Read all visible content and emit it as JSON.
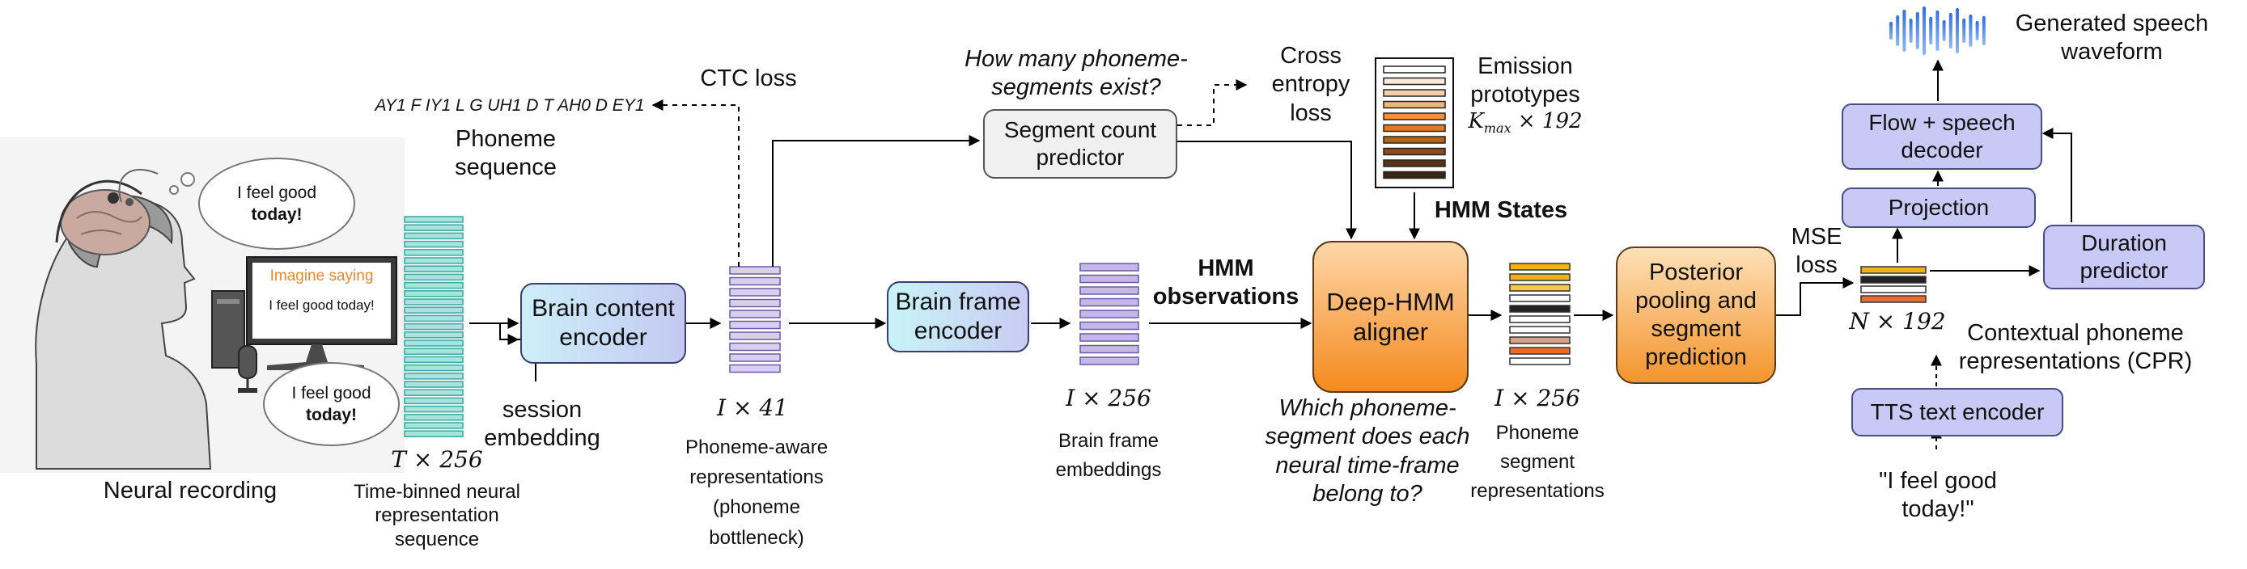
{
  "neural_recording": {
    "caption": "Neural recording",
    "thought_bubble": {
      "line1": "I feel good",
      "line2": "today!"
    },
    "screen_header": "Imagine saying",
    "screen_text": "I feel good today!",
    "speech_bubble": {
      "line1": "I feel good",
      "line2": "today!"
    }
  },
  "time_binned": {
    "dim": "T × 256",
    "caption_lines": [
      "Time-binned neural",
      "representation",
      "sequence"
    ]
  },
  "brain_content_encoder": {
    "label_lines": [
      "Brain content",
      "encoder"
    ]
  },
  "session_embedding": {
    "lines": [
      "session",
      "embedding"
    ]
  },
  "phoneme_sequence": {
    "text": "AY1 F IY1 L G UH1 D T AH0 D EY1",
    "caption_lines": [
      "Phoneme",
      "sequence"
    ]
  },
  "ctc_loss": "CTC loss",
  "phoneme_aware": {
    "dim": "I × 41",
    "caption_lines": [
      "Phoneme-aware",
      "representations",
      "(phoneme",
      "bottleneck)"
    ]
  },
  "segment_count": {
    "question_lines": [
      "How many phoneme-",
      "segments exist?"
    ],
    "label_lines": [
      "Segment count",
      "predictor"
    ]
  },
  "cross_entropy_lines": [
    "Cross",
    "entropy",
    "loss"
  ],
  "emission": {
    "label_lines": [
      "Emission",
      "prototypes"
    ],
    "dim": "K",
    "dim_sub": "max",
    "dim_rest": " × 192"
  },
  "hmm_states": "HMM States",
  "brain_frame_encoder": {
    "label_lines": [
      "Brain frame",
      "encoder"
    ]
  },
  "brain_frame_embeddings": {
    "dim": "I × 256",
    "caption_lines": [
      "Brain frame",
      "embeddings"
    ]
  },
  "hmm_observations_lines": [
    "HMM",
    "observations"
  ],
  "deep_hmm": {
    "label_lines": [
      "Deep-HMM",
      "aligner"
    ],
    "question_lines": [
      "Which phoneme-",
      "segment does each",
      "neural time-frame",
      "belong to?"
    ]
  },
  "phoneme_segment": {
    "dim": "I × 256",
    "caption_lines": [
      "Phoneme",
      "segment",
      "representations"
    ]
  },
  "posterior": {
    "label_lines": [
      "Posterior",
      "pooling and",
      "segment",
      "prediction"
    ]
  },
  "mse_loss_lines": [
    "MSE",
    "loss"
  ],
  "cpr": {
    "dim": "N × 192",
    "caption_lines": [
      "Contextual phoneme",
      "representations (CPR)"
    ]
  },
  "tts_text_encoder": "TTS text encoder",
  "input_text_lines": [
    "\"I feel good",
    "today!\""
  ],
  "projection": "Projection",
  "duration_predictor_lines": [
    "Duration",
    "predictor"
  ],
  "flow_decoder_lines": [
    "Flow + speech",
    "decoder"
  ],
  "generated_lines": [
    "Generated speech",
    "waveform"
  ],
  "colors": {
    "teal": "#4fbfb6",
    "lavender": "#b7a8de",
    "orange_accent": "#f5a020",
    "wave_blue": "#3f7fe6"
  },
  "icons": [
    "person-head-icon",
    "eeg-electrode-icon",
    "computer-monitor-icon",
    "microphone-icon",
    "waveform-icon"
  ]
}
